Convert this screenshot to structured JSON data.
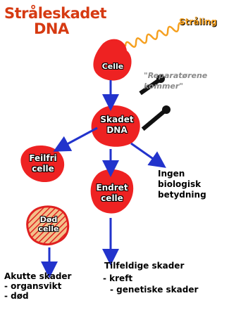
{
  "title": {
    "line1": "Stråleskadet",
    "line2": "DNA"
  },
  "radiation_label": "Stråling",
  "repair_label": "\"Reparatørene kommer\"",
  "nodes": {
    "cell": "Celle",
    "damaged_dna": {
      "line1": "Skadet",
      "line2": "DNA"
    },
    "error_free": {
      "line1": "Feilfri",
      "line2": "celle"
    },
    "no_effect": {
      "line1": "Ingen",
      "line2": "biologisk",
      "line3": "betydning"
    },
    "altered": {
      "line1": "Endret",
      "line2": "celle"
    },
    "dead": {
      "line1": "Død",
      "line2": "celle"
    }
  },
  "outcomes": {
    "acute": {
      "heading": "Akutte skader",
      "item1": "- organsvikt",
      "item2": "- død"
    },
    "random": {
      "heading": "Tilfeldige skader",
      "item1": "- kreft",
      "item2": "- genetiske skader"
    }
  },
  "colors": {
    "title": "#d63a12",
    "blob_red": "#ee2222",
    "radiation": "#f5a020",
    "arrow_blue": "#2233cc",
    "dead_fill": "#f3c08a",
    "wrench": "#111111",
    "repair_text": "#8a8a8a"
  }
}
